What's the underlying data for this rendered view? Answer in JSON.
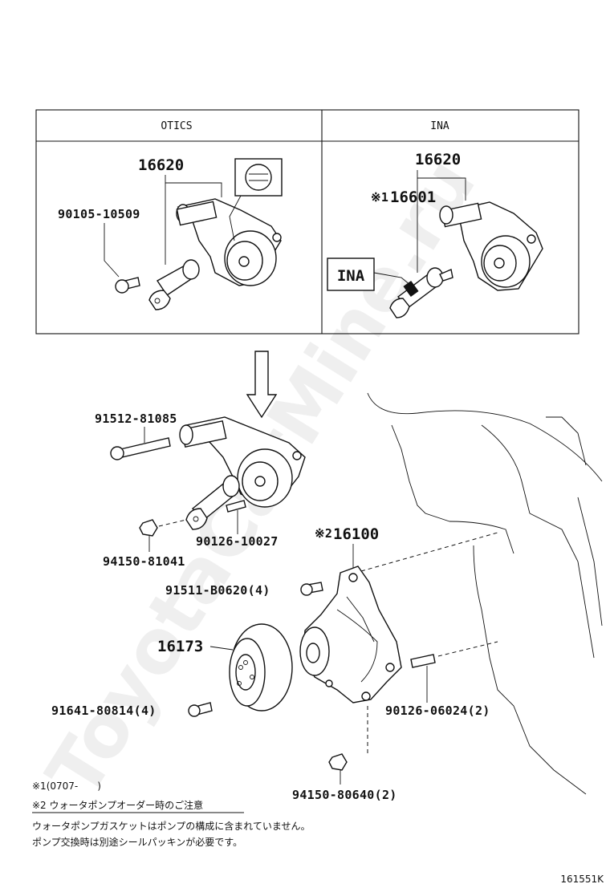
{
  "watermark": "ToyotaCarMine.ru",
  "table": {
    "col_left": "OTICS",
    "col_right": "INA"
  },
  "left_panel": {
    "part_main": "16620",
    "part_bolt": "90105-10509"
  },
  "right_panel": {
    "part_main": "16620",
    "part_sub_mark": "※1",
    "part_sub": "16601",
    "badge": "INA"
  },
  "parts": {
    "bolt_long": "91512-81085",
    "stud_small": "90126-10027",
    "nut": "94150-81041",
    "pump_mark": "※2",
    "pump": "16100",
    "bolt_pump": "91511-B0620(4)",
    "pulley": "16173",
    "bolt_pulley": "91641-80814(4)",
    "stud_pump": "90126-06024(2)",
    "nut_pump": "94150-80640(2)"
  },
  "notes": {
    "note1": "※1(0707-　　)",
    "note2": "※2 ウォータポンプオーダー時のご注意",
    "line1": "ウォータポンプガスケットはポンプの構成に含まれていません。",
    "line2": "ポンプ交換時は別途シールパッキンが必要です。"
  },
  "diagram_code": "161551K"
}
